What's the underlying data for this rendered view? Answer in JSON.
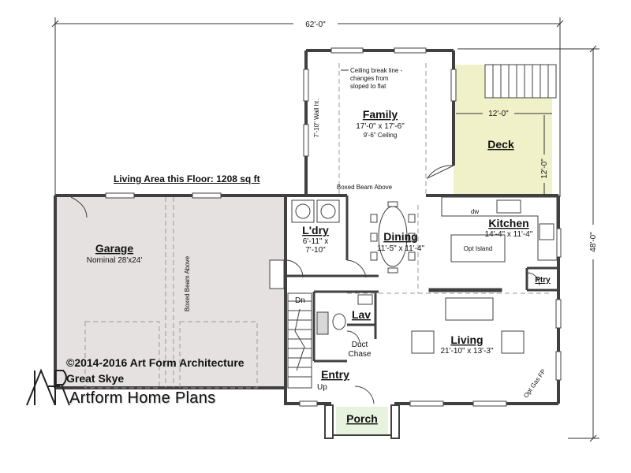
{
  "plan": {
    "overall_width": "62'-0\"",
    "overall_depth": "48'-0\"",
    "living_area": "Living Area this Floor: 1208 sq ft",
    "copyright": "©2014-2016 Art Form Architecture",
    "plan_name": "Great Skye",
    "brand": {
      "logo_letters": "AF",
      "name": "Artform Home Plans"
    },
    "colors": {
      "garage_fill": "#e6e1e1",
      "deck_fill": "#f1f1c9",
      "wall": "#404040"
    }
  },
  "rooms": {
    "family": {
      "name": "Family",
      "size": "17'-0\" x 17'-6\"",
      "ceiling": "9'-6\" Ceiling"
    },
    "deck": {
      "name": "Deck",
      "width": "12'-0\"",
      "depth": "12'-0\""
    },
    "garage": {
      "name": "Garage",
      "size": "Nominal 28'x24'"
    },
    "laundry": {
      "name": "L'dry",
      "size_line1": "6'-11\" x",
      "size_line2": "7'-10\""
    },
    "dining": {
      "name": "Dining",
      "size": "11'-5\" x 11'-4\""
    },
    "kitchen": {
      "name": "Kitchen",
      "size": "14'-4\" x 11'-4\"",
      "island": "Opt Island",
      "pantry": "Ptry"
    },
    "lav": {
      "name": "Lav"
    },
    "living": {
      "name": "Living",
      "size": "21'-10\" x 13'-3\"",
      "fireplace": "Opt Gas FP"
    },
    "entry": {
      "name": "Entry"
    },
    "porch": {
      "name": "Porch"
    }
  },
  "notes": {
    "ceiling_break_line1": "Ceiling break line -",
    "ceiling_break_line2": "changes from",
    "ceiling_break_line3": "sloped to flat",
    "wall_height": "7'-10\" Wall ht.",
    "boxed_beam_family": "Boxed Beam Above",
    "boxed_beam_garage": "Boxed Beam Above",
    "stair_down": "Dn",
    "stair_up": "Up",
    "duct_chase_line1": "Duct",
    "duct_chase_line2": "Chase",
    "dw": "dw"
  }
}
